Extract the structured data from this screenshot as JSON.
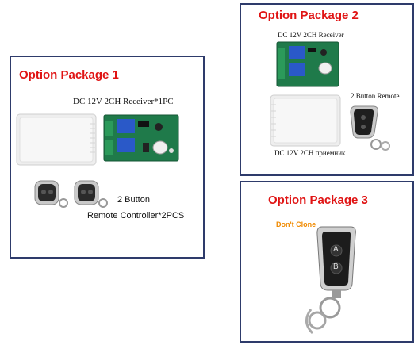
{
  "pkg1": {
    "title": "Option Package  1",
    "receiver_label": "DC 12V 2CH Receiver*1PC",
    "remote_label_1": "2 Button",
    "remote_label_2": "Remote Controller*2PCS"
  },
  "pkg2": {
    "title": "Option Package  2",
    "receiver_label": "DC 12V 2CH Receiver",
    "remote_label": "2 Button Remote",
    "bottom_label": "DC 12V 2CH приемник"
  },
  "pkg3": {
    "title": "Option Package 3",
    "note": "Don't  Clone",
    "button_a": "A",
    "button_b": "B"
  },
  "colors": {
    "title": "#e01414",
    "border": "#2e3b6b",
    "note": "#f08a00",
    "pcb": "#1f7a4a",
    "relay": "#2a59c8"
  }
}
